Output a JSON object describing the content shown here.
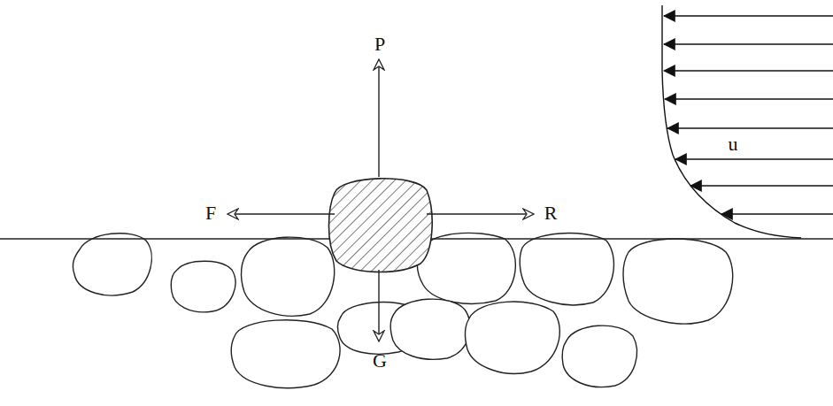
{
  "diagram": {
    "labels": [
      "P",
      "F",
      "R",
      "G",
      "u"
    ]
  }
}
